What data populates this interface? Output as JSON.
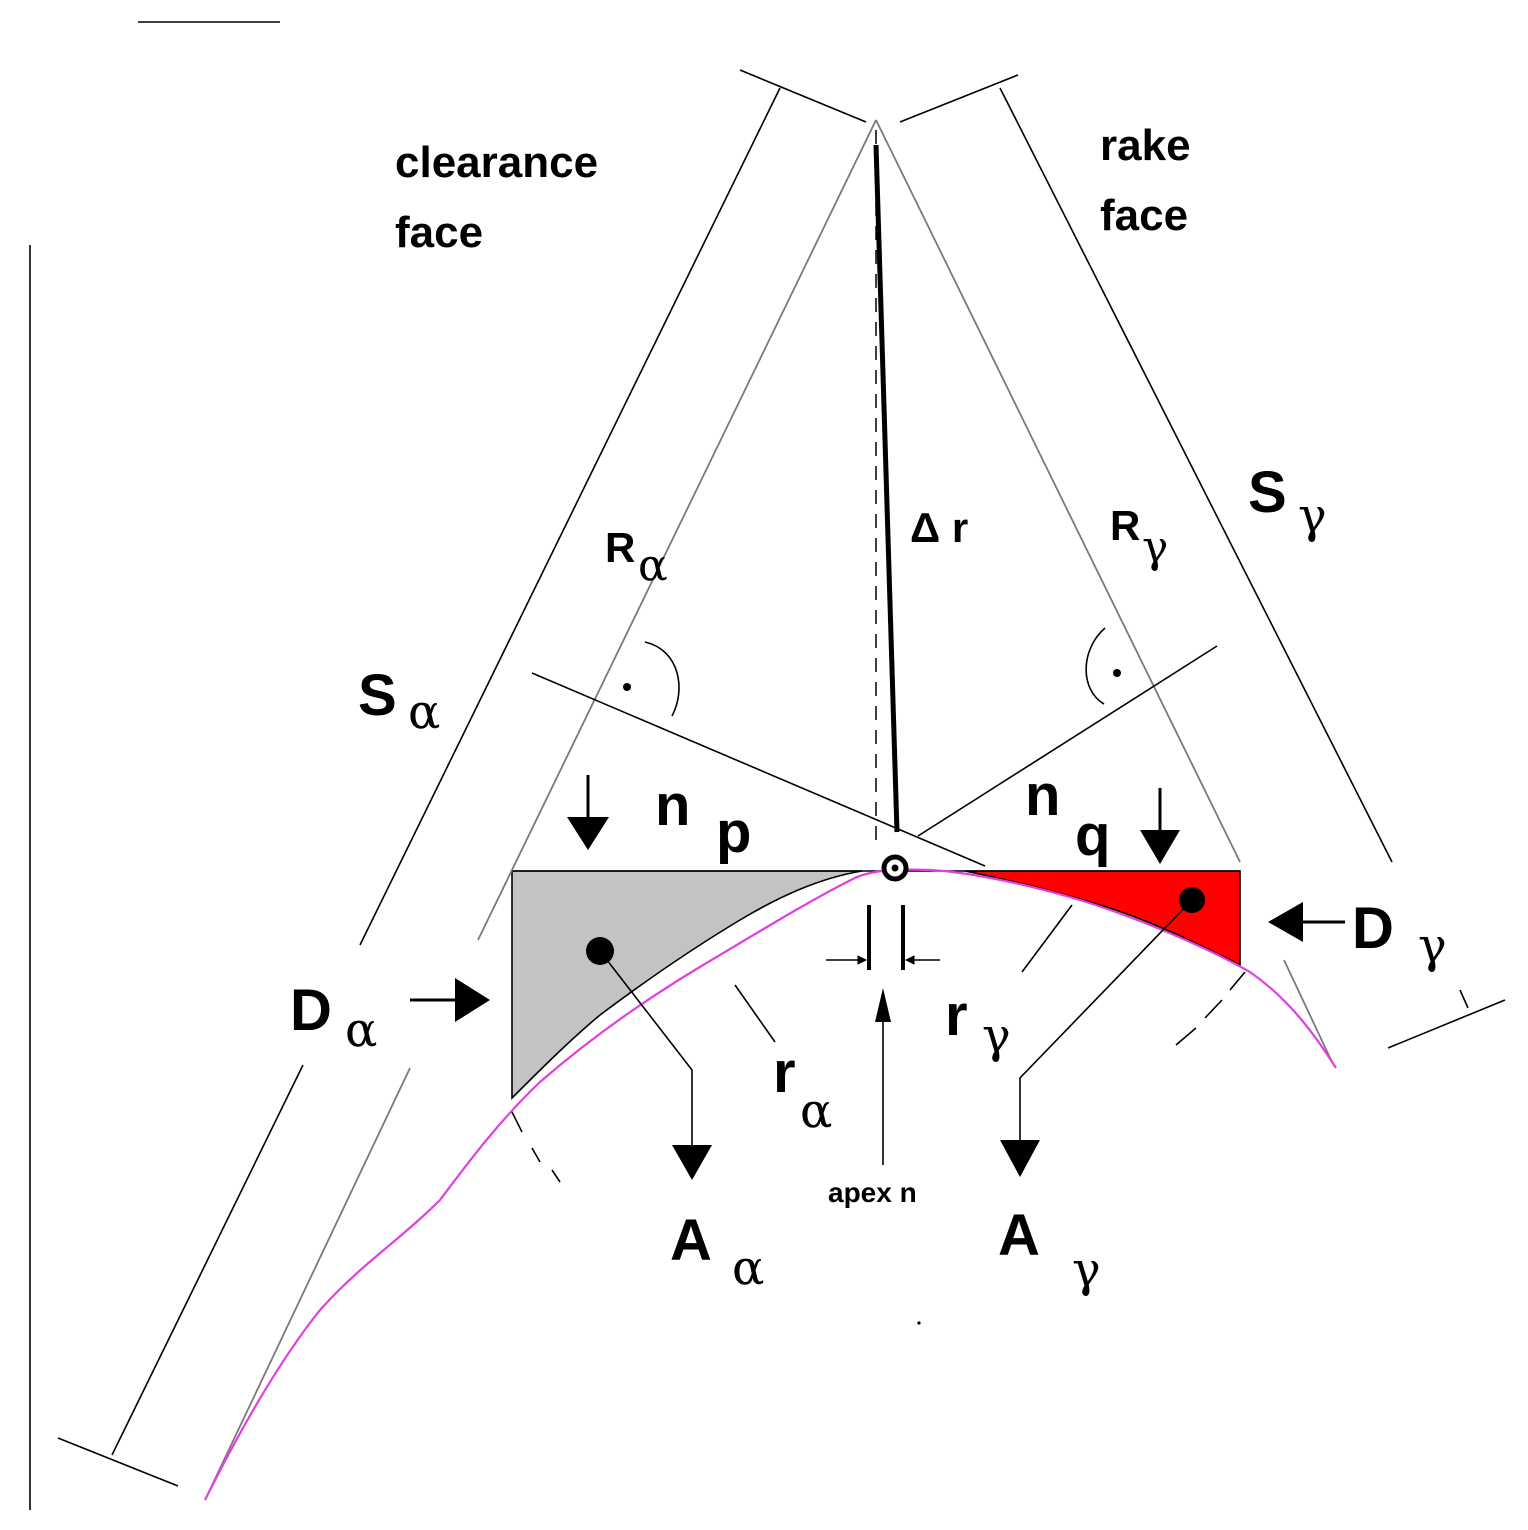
{
  "labels": {
    "clearance_face_line1": "clearance",
    "clearance_face_line2": "face",
    "rake_face_line1": "rake",
    "rake_face_line2": "face",
    "delta_r": "Δ r",
    "R_alpha_main": "R",
    "R_alpha_sub": "α",
    "R_gamma_main": "R",
    "R_gamma_sub": "γ",
    "S_alpha_main": "S",
    "S_alpha_sub": "α",
    "S_gamma_main": "S",
    "S_gamma_sub": "γ",
    "n_p_main": "n",
    "n_p_sub": "p",
    "n_q_main": "n",
    "n_q_sub": "q",
    "D_alpha_main": "D",
    "D_alpha_sub": "α",
    "D_gamma_main": "D",
    "D_gamma_sub": "γ",
    "r_alpha_main": "r",
    "r_alpha_sub": "α",
    "r_gamma_main": "r",
    "r_gamma_sub": "γ",
    "A_alpha_main": "A",
    "A_alpha_sub": "α",
    "A_gamma_main": "A",
    "A_gamma_sub": "γ",
    "apex_n": "apex n"
  },
  "colors": {
    "area_alpha_fill": "#c3c3c3",
    "area_gamma_fill": "#ff0000",
    "profile_curve": "#e040e0",
    "face_lines": "#7a7a7a",
    "ink": "#000000"
  }
}
